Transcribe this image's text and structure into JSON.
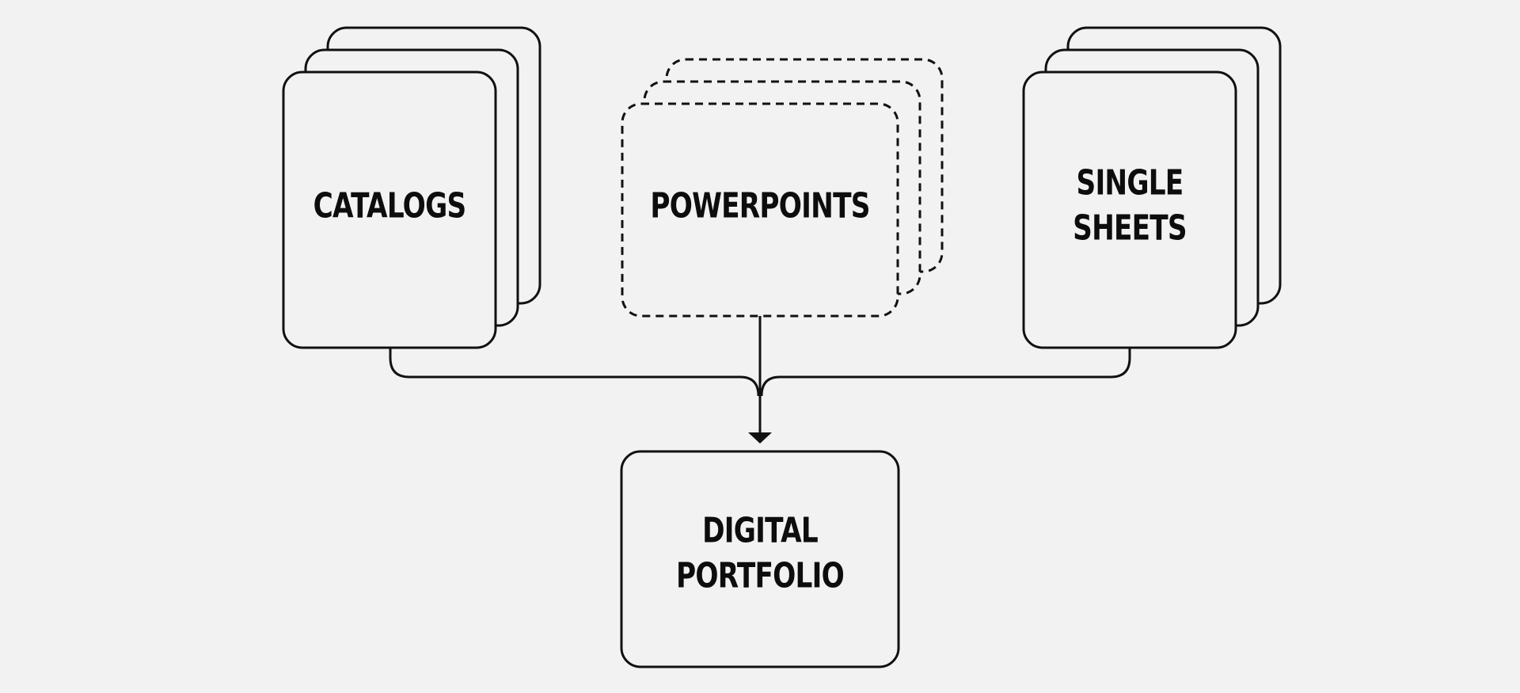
{
  "diagram": {
    "nodes": {
      "catalogs": {
        "lines": [
          "CATALOGS"
        ]
      },
      "powerpoints": {
        "lines": [
          "POWERPOINTS"
        ]
      },
      "single_sheets": {
        "lines": [
          "SINGLE",
          "SHEETS"
        ]
      },
      "digital_portfolio": {
        "lines": [
          "DIGITAL",
          "PORTFOLIO"
        ]
      }
    },
    "edges": [
      {
        "from": "catalogs",
        "to": "digital_portfolio"
      },
      {
        "from": "powerpoints",
        "to": "digital_portfolio"
      },
      {
        "from": "single_sheets",
        "to": "digital_portfolio"
      }
    ],
    "colors": {
      "background": "#f2f2f2",
      "stroke": "#111111",
      "text": "#0d0d0d"
    }
  }
}
